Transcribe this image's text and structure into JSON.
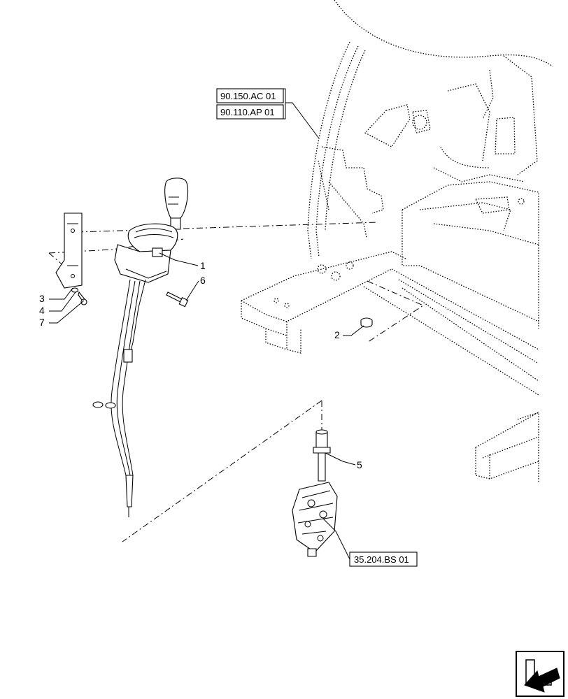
{
  "diagram": {
    "callouts": [
      {
        "id": "c1",
        "label": "1"
      },
      {
        "id": "c2",
        "label": "2"
      },
      {
        "id": "c3",
        "label": "3"
      },
      {
        "id": "c4",
        "label": "4"
      },
      {
        "id": "c5",
        "label": "5"
      },
      {
        "id": "c6",
        "label": "6"
      },
      {
        "id": "c7",
        "label": "7"
      }
    ],
    "references": [
      {
        "id": "r1",
        "label": "90.150.AC 01"
      },
      {
        "id": "r2",
        "label": "90.110.AP 01"
      },
      {
        "id": "r3",
        "label": "35.204.BS 01"
      }
    ],
    "navigation_icon": "next-page-arrow-icon"
  }
}
